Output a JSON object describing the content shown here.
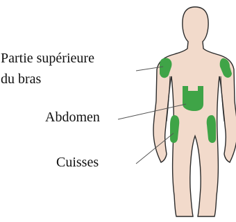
{
  "labels": {
    "upper_arm_line1": "Partie supérieure",
    "upper_arm_line2": "du bras",
    "abdomen": "Abdomen",
    "thighs": "Cuisses"
  },
  "colors": {
    "skin": "#f2dacb",
    "outline": "#2b2b2b",
    "injection_zone": "#3fa447",
    "leader_line": "#555555",
    "text": "#111111"
  }
}
